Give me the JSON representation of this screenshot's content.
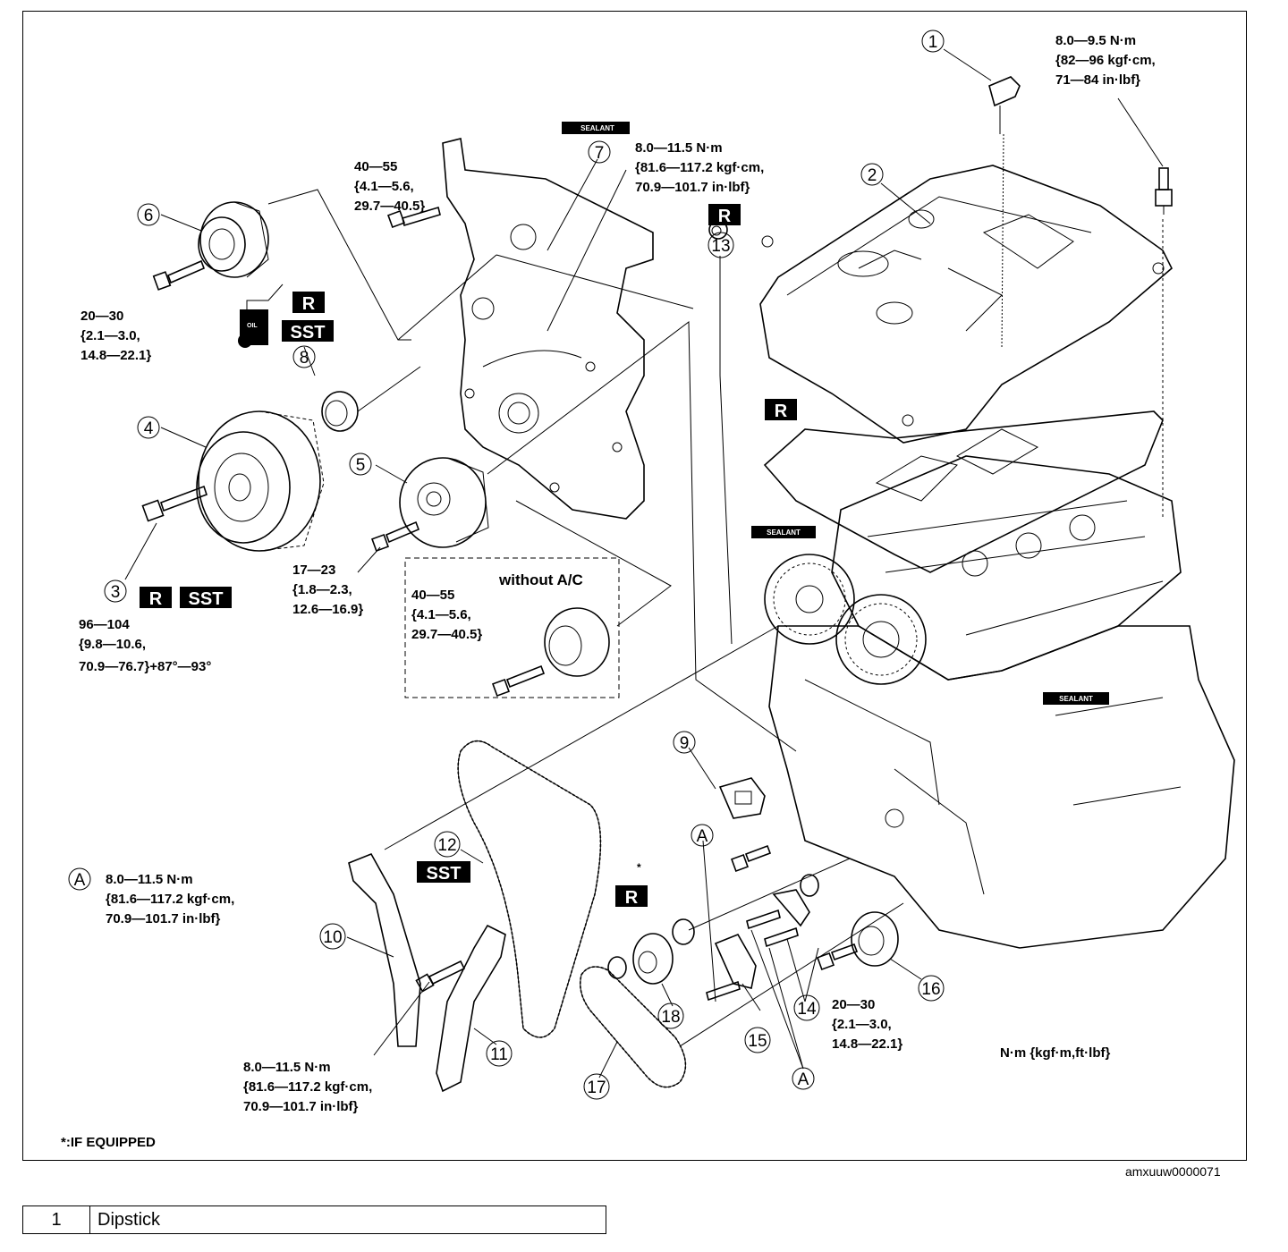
{
  "reference_code": "amxuuw0000071",
  "units_note": "N·m {kgf·m,ft·lbf}",
  "footnote": "*:IF EQUIPPED",
  "without_ac_label": "without A/C",
  "asterisk": "*",
  "callouts": [
    "1",
    "2",
    "3",
    "4",
    "5",
    "6",
    "7",
    "8",
    "9",
    "10",
    "11",
    "12",
    "13",
    "14",
    "15",
    "16",
    "17",
    "18",
    "A",
    "A",
    "A"
  ],
  "badges": {
    "r": "R",
    "sst": "SST",
    "sealant": "SEALANT",
    "oil": "OIL"
  },
  "torque_specs": {
    "dipstick_bolt": [
      "8.0—9.5 N·m",
      "{82—96 kgf·cm,",
      "71—84 in·lbf}"
    ],
    "front_cover": [
      "8.0—11.5 N·m",
      "{81.6—117.2 kgf·cm,",
      "70.9—101.7 in·lbf}"
    ],
    "cover_bolt": [
      "40—55",
      "{4.1—5.6,",
      "29.7—40.5}"
    ],
    "idler_bolt": [
      "20—30",
      "{2.1—3.0,",
      "14.8—22.1}"
    ],
    "pulley_bolt": [
      "96—104",
      "{9.8—10.6,",
      "70.9—76.7}+87°—93°"
    ],
    "tensioner_bolt": [
      "17—23",
      "{1.8—2.3,",
      "12.6—16.9}"
    ],
    "without_ac_bolt": [
      "40—55",
      "{4.1—5.6,",
      "29.7—40.5}"
    ],
    "note_a": [
      "8.0—11.5 N·m",
      "{81.6—117.2 kgf·cm,",
      "70.9—101.7 in·lbf}"
    ],
    "guide_bolt": [
      "8.0—11.5 N·m",
      "{81.6—117.2 kgf·cm,",
      "70.9—101.7 in·lbf}"
    ],
    "sprocket_bolt": [
      "20—30",
      "{2.1—3.0,",
      "14.8—22.1}"
    ]
  },
  "legend": {
    "number": "1",
    "name": "Dipstick"
  }
}
